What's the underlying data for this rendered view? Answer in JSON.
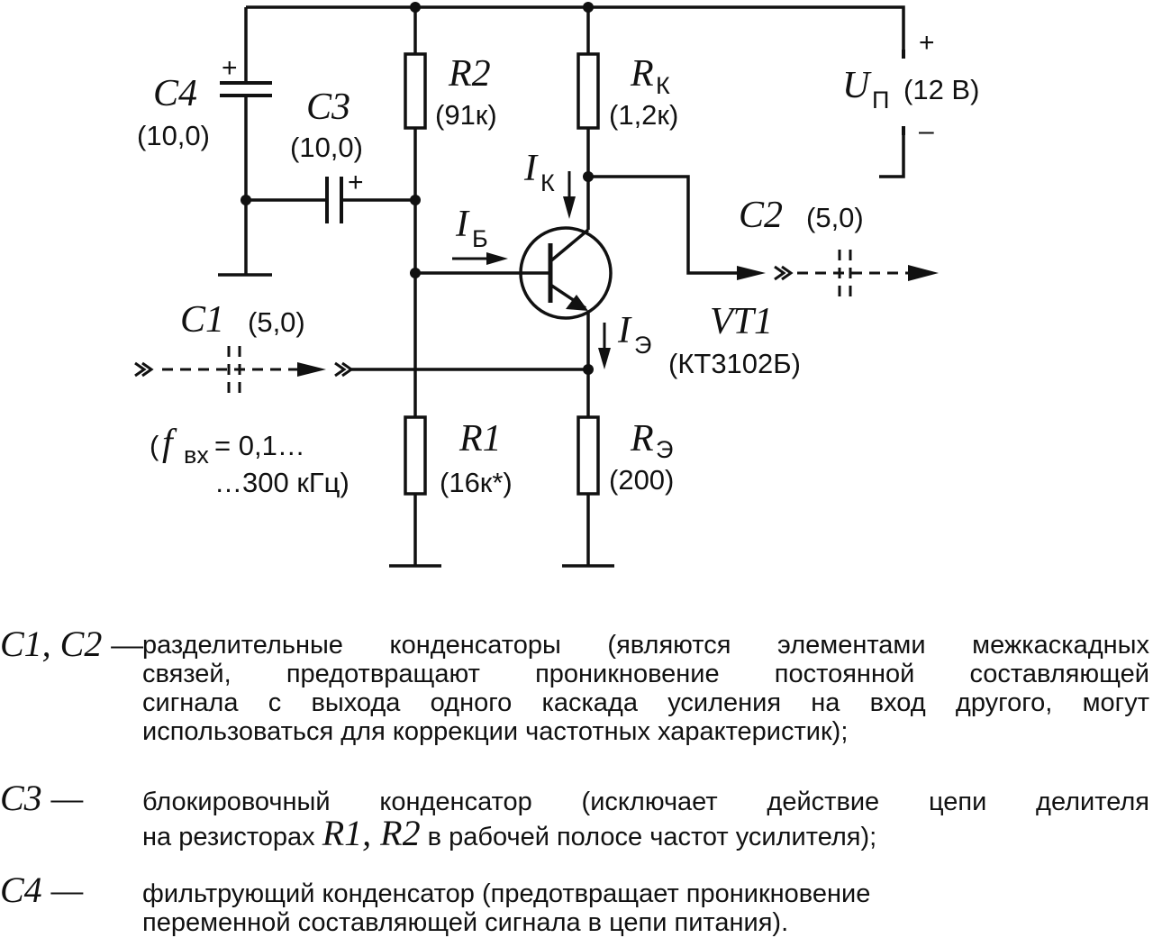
{
  "diagram": {
    "components": {
      "c4": {
        "name": "C4",
        "value": "(10,0)",
        "polarity": "+"
      },
      "c3": {
        "name": "C3",
        "value": "(10,0)",
        "polarity": "+"
      },
      "r2": {
        "name": "R2",
        "value": "(91к)"
      },
      "rk": {
        "name": "R",
        "name_sub": "К",
        "value": "(1,2к)"
      },
      "supply": {
        "name": "U",
        "name_sub": "П",
        "value": "(12 В)",
        "plus": "+",
        "minus": "–"
      },
      "c2": {
        "name": "C2",
        "value": "(5,0)"
      },
      "c1": {
        "name": "C1",
        "value": "(5,0)"
      },
      "vt1": {
        "name": "VT1",
        "value": "(КТ3102Б)"
      },
      "r1": {
        "name": "R1",
        "value": "(16к*)"
      },
      "re": {
        "name": "R",
        "name_sub": "Э",
        "value": "(200)"
      }
    },
    "currents": {
      "ik": {
        "name": "I",
        "sub": "К"
      },
      "ib": {
        "name": "I",
        "sub": "Б"
      },
      "ie": {
        "name": "I",
        "sub": "Э"
      }
    },
    "input_freq": {
      "open": "(",
      "f": "f",
      "f_sub": "вх",
      "eq": " = 0,1…",
      "line2": "…300 кГц)"
    }
  },
  "descriptions": [
    {
      "term": "C1, C2 —",
      "lines": [
        "разделительные конденсаторы (являются элементами межкаскадных",
        "связей, предотвращают проникновение постоянной составляющей",
        "сигнала с выхода одного каскада усиления на вход другого, могут",
        "использоваться для коррекции частотных характеристик);"
      ]
    },
    {
      "term": "C3 —",
      "lines": [
        "блокировочный конденсатор (исключает действие цепи делителя"
      ],
      "line2_pre": "на резисторах ",
      "line2_sym": "R1, R2",
      "line2_post": " в рабочей полосе частот усилителя);"
    },
    {
      "term": "C4 —",
      "lines": [
        "фильтрующий конденсатор (предотвращает проникновение",
        "переменной составляющей сигнала в цепи питания)."
      ]
    }
  ]
}
